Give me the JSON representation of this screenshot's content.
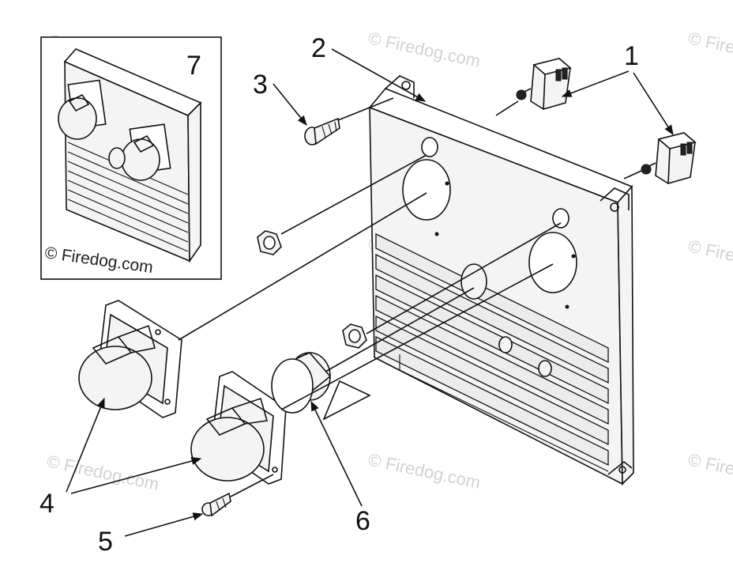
{
  "watermark": "© Firedog.com",
  "inset": {
    "label": "7",
    "copyright": "© Firedog.com"
  },
  "callouts": {
    "c1": "1",
    "c2": "2",
    "c3": "3",
    "c4": "4",
    "c5": "5",
    "c6": "6"
  }
}
